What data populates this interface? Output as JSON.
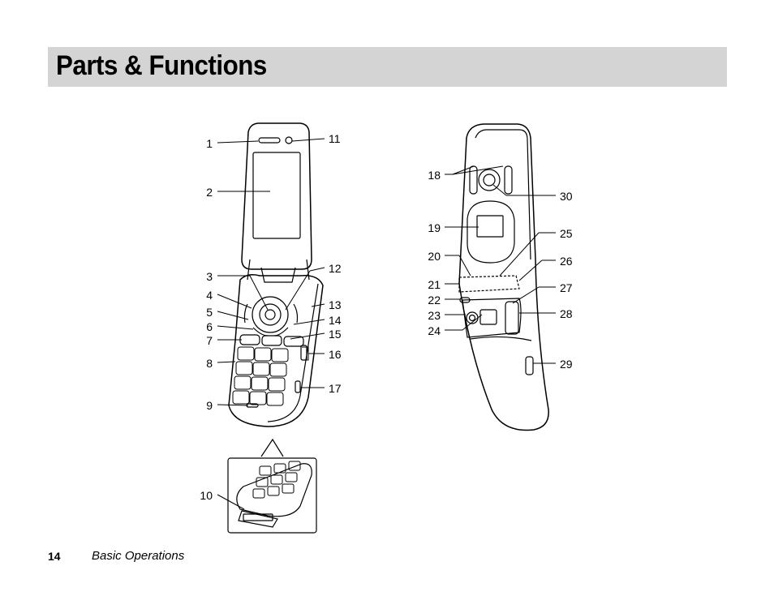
{
  "header": {
    "title": "Parts & Functions"
  },
  "callouts": [
    "1",
    "2",
    "3",
    "4",
    "5",
    "6",
    "7",
    "8",
    "9",
    "10",
    "11",
    "12",
    "13",
    "14",
    "15",
    "16",
    "17",
    "18",
    "19",
    "20",
    "21",
    "22",
    "23",
    "24",
    "25",
    "26",
    "27",
    "28",
    "29",
    "30"
  ],
  "footer": {
    "page_number": "14",
    "section": "Basic Operations"
  }
}
